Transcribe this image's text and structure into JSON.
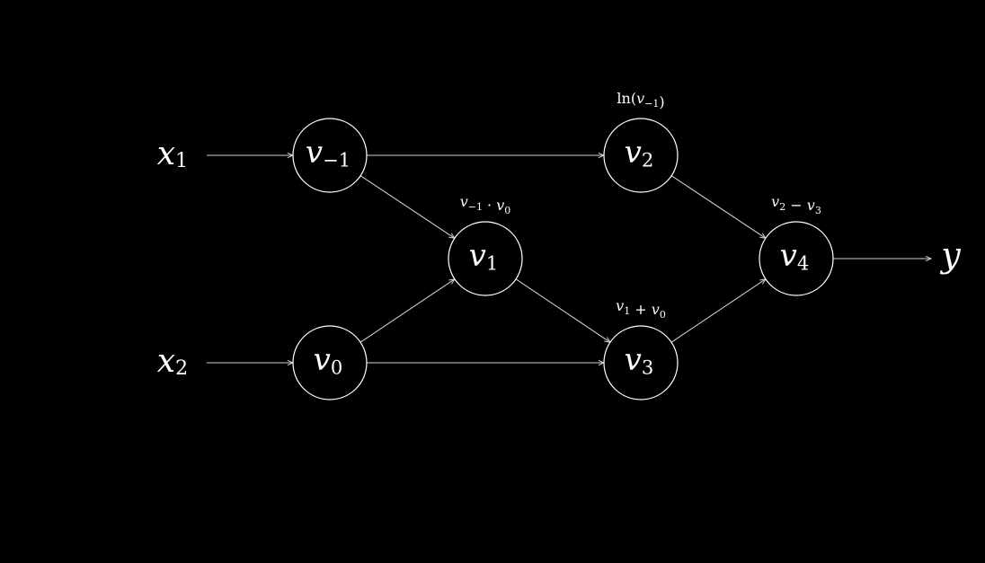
{
  "colors": {
    "background": "#000000",
    "foreground": "#ffffff",
    "edge": "#cfcfcf"
  },
  "inputs": [
    {
      "id": "x1",
      "base": "x",
      "sub": "1"
    },
    {
      "id": "x2",
      "base": "x",
      "sub": "2"
    }
  ],
  "output": {
    "id": "y",
    "base": "y",
    "sub": ""
  },
  "nodes": [
    {
      "id": "vm1",
      "base": "v",
      "sub": "−1",
      "op": {
        "pre": "",
        "parts": []
      }
    },
    {
      "id": "v0",
      "base": "v",
      "sub": "0",
      "op": {
        "parts": []
      }
    },
    {
      "id": "v1",
      "base": "v",
      "sub": "1",
      "op": {
        "parts": [
          {
            "t": "v",
            "s": "−1",
            "i": true
          },
          {
            "t": " · ",
            "s": "",
            "i": false
          },
          {
            "t": "v",
            "s": "0",
            "i": true
          }
        ]
      }
    },
    {
      "id": "v2",
      "base": "v",
      "sub": "2",
      "op": {
        "parts": [
          {
            "t": "ln(",
            "s": "",
            "i": false
          },
          {
            "t": "v",
            "s": "−1",
            "i": true
          },
          {
            "t": ")",
            "s": "",
            "i": false
          }
        ]
      }
    },
    {
      "id": "v3",
      "base": "v",
      "sub": "3",
      "op": {
        "parts": [
          {
            "t": "v",
            "s": "1",
            "i": true
          },
          {
            "t": " + ",
            "s": "",
            "i": false
          },
          {
            "t": "v",
            "s": "0",
            "i": true
          }
        ]
      }
    },
    {
      "id": "v4",
      "base": "v",
      "sub": "4",
      "op": {
        "parts": [
          {
            "t": "v",
            "s": "2",
            "i": true
          },
          {
            "t": " − ",
            "s": "",
            "i": false
          },
          {
            "t": "v",
            "s": "3",
            "i": true
          }
        ]
      }
    }
  ],
  "edges": [
    {
      "from": "x1",
      "to": "vm1"
    },
    {
      "from": "x2",
      "to": "v0"
    },
    {
      "from": "vm1",
      "to": "v2"
    },
    {
      "from": "vm1",
      "to": "v1"
    },
    {
      "from": "v0",
      "to": "v1"
    },
    {
      "from": "v0",
      "to": "v3"
    },
    {
      "from": "v1",
      "to": "v3"
    },
    {
      "from": "v2",
      "to": "v4"
    },
    {
      "from": "v3",
      "to": "v4"
    },
    {
      "from": "v4",
      "to": "y"
    }
  ]
}
